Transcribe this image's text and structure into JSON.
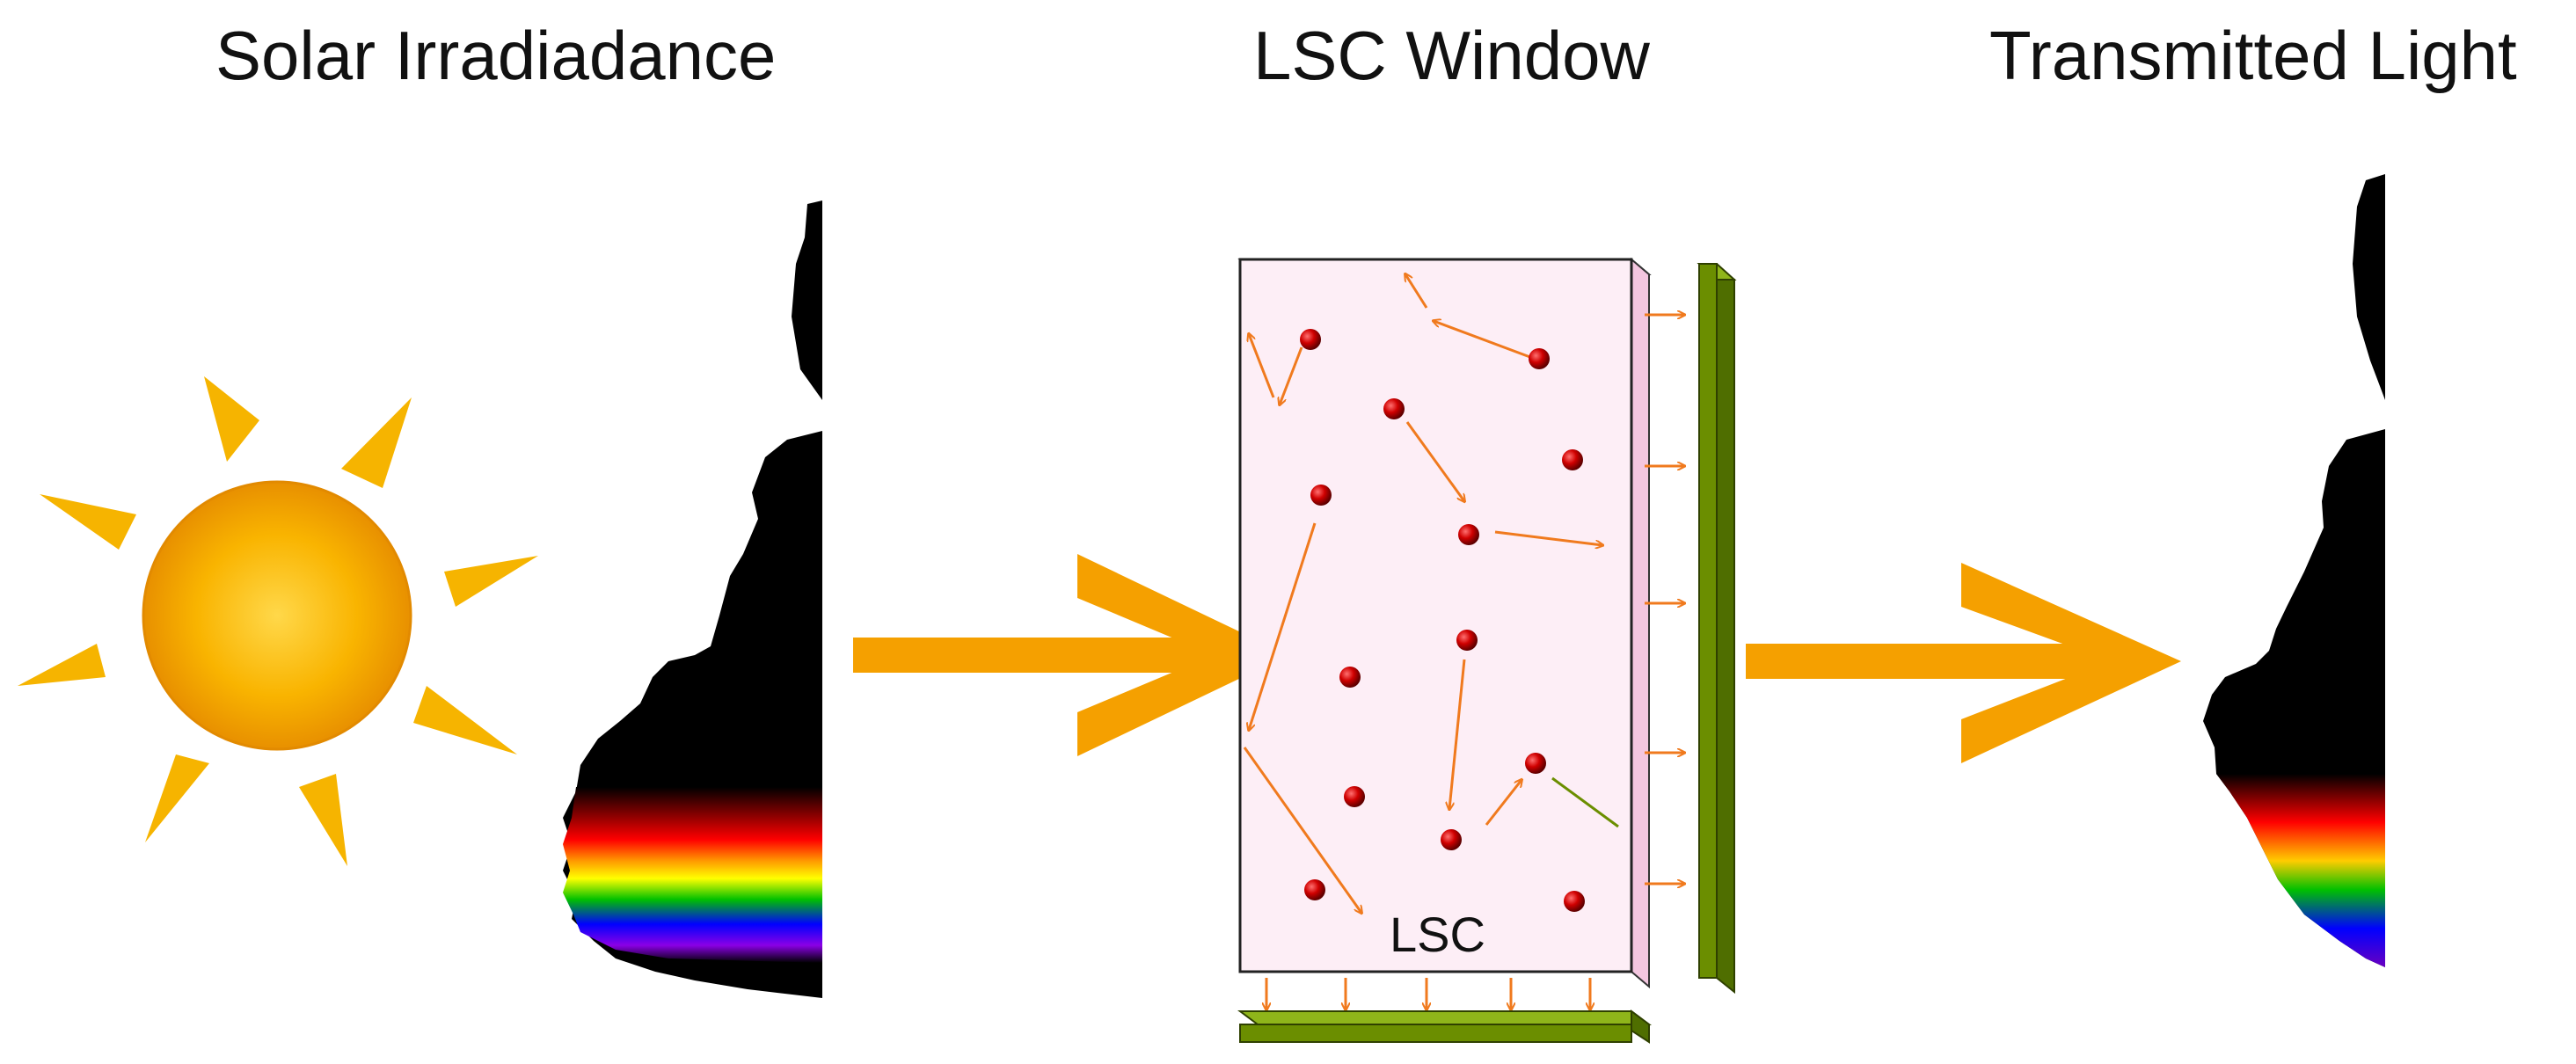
{
  "titles": {
    "solar": "Solar Irradiadance",
    "lsc_window": "LSC Window",
    "transmitted": "Transmitted Light"
  },
  "lsc_label": "LSC",
  "colors": {
    "sun_core": "#f5a800",
    "sun_rays": "#f6b400",
    "big_arrow": "#f5a000",
    "small_arrow": "#f07a1e",
    "pv_cell": "#6b8e00",
    "pv_cell_dark": "#3f5a00",
    "lsc_plate": "#fde8f2",
    "dye": "#cc0000"
  },
  "icons": {
    "sun": "sun-icon",
    "spectrum_in": "solar-spectrum",
    "spectrum_out": "transmitted-spectrum",
    "dye": "dye-molecule",
    "pv": "solar-cell"
  }
}
